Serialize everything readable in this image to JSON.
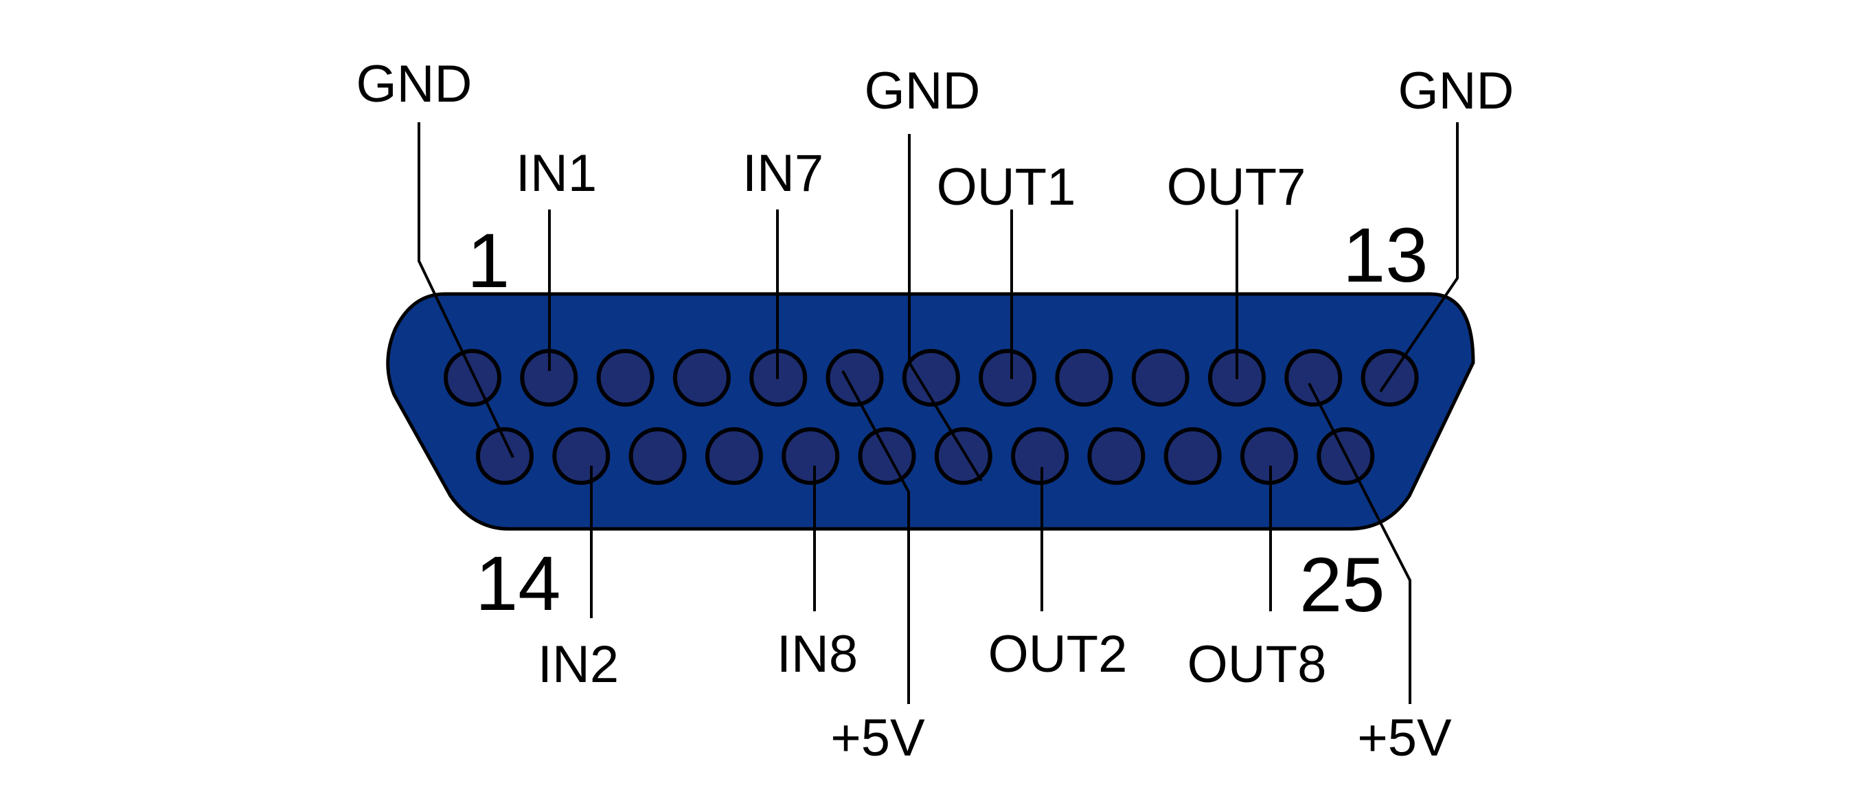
{
  "connector": {
    "shell_color": "#0A3486",
    "pin_color": "#1E2D70",
    "outline_color": "#000000",
    "row_top_count": 13,
    "row_bottom_count": 12
  },
  "pin_numbers": [
    "1",
    "13",
    "14",
    "25"
  ],
  "labels": [
    "GND",
    "IN1",
    "IN7",
    "GND",
    "OUT1",
    "OUT7",
    "GND",
    "IN2",
    "IN8",
    "+5V",
    "OUT2",
    "OUT8",
    "+5V"
  ]
}
